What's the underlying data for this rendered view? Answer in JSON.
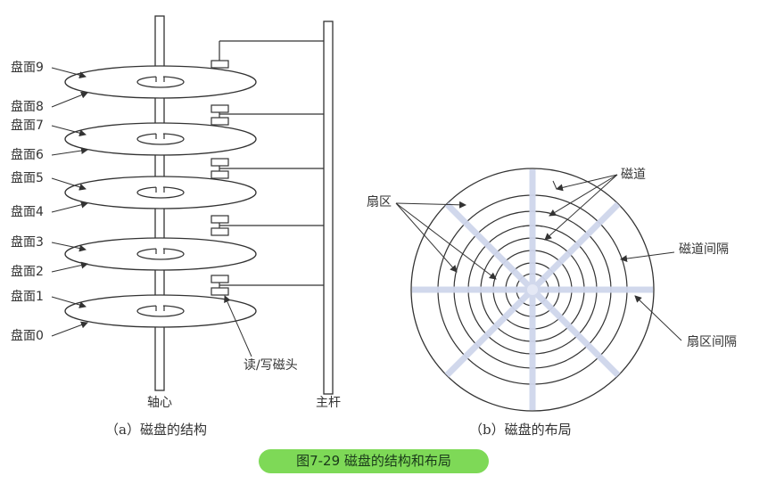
{
  "figure_a": {
    "platters": [
      {
        "top": "盘面9",
        "bottom": "盘面8"
      },
      {
        "top": "盘面7",
        "bottom": "盘面6"
      },
      {
        "top": "盘面5",
        "bottom": "盘面4"
      },
      {
        "top": "盘面3",
        "bottom": "盘面2"
      },
      {
        "top": "盘面1",
        "bottom": "盘面0"
      }
    ],
    "spindle_label": "轴心",
    "arm_label": "主杆",
    "head_label": "读/写磁头",
    "subcaption": "（a）磁盘的结构"
  },
  "figure_b": {
    "track_label": "磁道",
    "sector_label": "扇区",
    "track_gap_label": "磁道间隔",
    "sector_gap_label": "扇区间隔",
    "subcaption": "（b）磁盘的布局"
  },
  "caption": {
    "text": "图7-29   磁盘的结构和布局",
    "color": "#7ed957"
  }
}
